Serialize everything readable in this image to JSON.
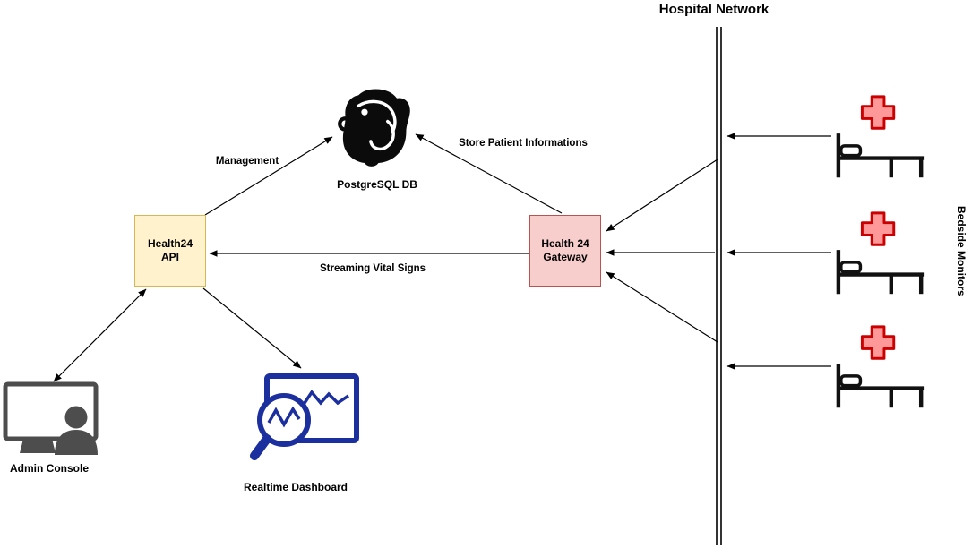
{
  "title": "Hospital Network",
  "colors": {
    "api_box_bg": "#fff2cc",
    "api_box_border": "#d6b656",
    "gateway_box_bg": "#f8cecc",
    "gateway_box_border": "#b85450",
    "dashboard_blue": "#1b2f9e",
    "admin_gray": "#4d4d4d",
    "cross_red_stroke": "#cc0000",
    "cross_red_fill": "#ff9999",
    "wire_black": "#000000"
  },
  "nodes": {
    "api": {
      "line1": "Health24",
      "line2": "API"
    },
    "gateway": {
      "line1": "Health 24",
      "line2": "Gateway"
    },
    "postgres": {
      "label": "PostgreSQL DB"
    },
    "admin": {
      "label": "Admin Console"
    },
    "dashboard": {
      "label": "Realtime Dashboard"
    },
    "bedside": {
      "label": "Bedside Monitors"
    }
  },
  "edges": {
    "management": {
      "label": "Management"
    },
    "store": {
      "label": "Store Patient Informations"
    },
    "streaming": {
      "label": "Streaming Vital Signs"
    }
  }
}
